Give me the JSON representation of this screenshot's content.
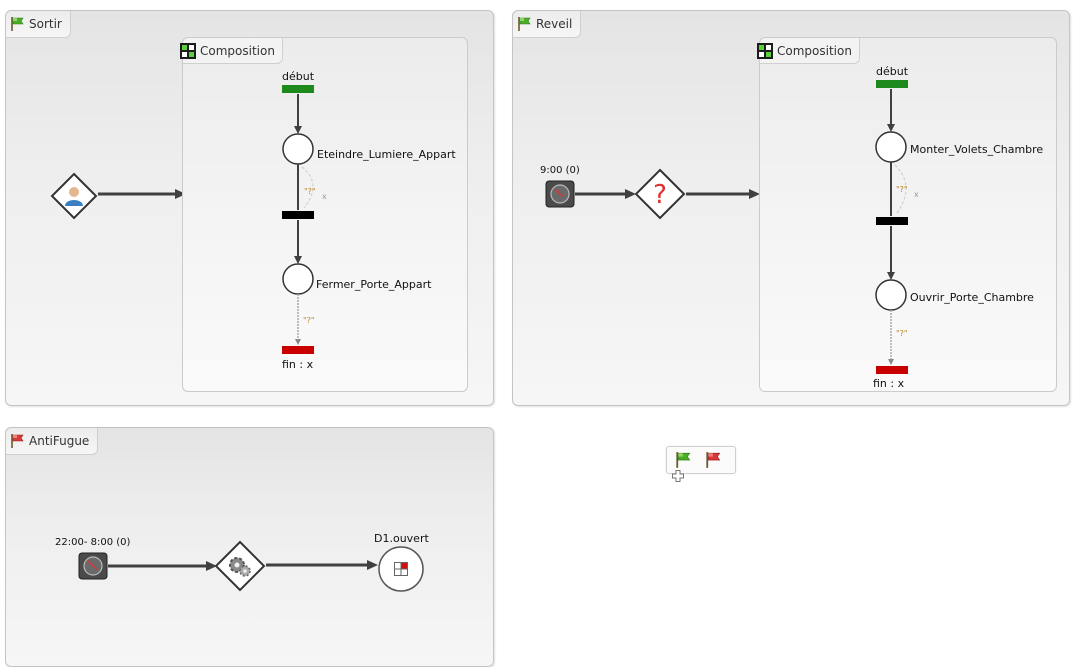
{
  "colors": {
    "start": "#1e8a1e",
    "end": "#c80000",
    "transition": "#000000",
    "question": "#e03030",
    "annotation": "#b8862a"
  },
  "panels": {
    "sortir": {
      "title": "Sortir",
      "flag_icon": "green-flag-icon",
      "trigger_icon": "user-person-icon",
      "composition": {
        "title": "Composition",
        "start_label": "début",
        "places": [
          "Eteindre_Lumiere_Appart",
          "Fermer_Porte_Appart"
        ],
        "arc_marks": [
          "\"?\"",
          "x",
          "\"?\""
        ],
        "end_label": "fin : x"
      }
    },
    "reveil": {
      "title": "Reveil",
      "flag_icon": "green-flag-icon",
      "timer_label": "9:00 (0)",
      "condition_icon": "question-mark-icon",
      "composition": {
        "title": "Composition",
        "start_label": "début",
        "places": [
          "Monter_Volets_Chambre",
          "Ouvrir_Porte_Chambre"
        ],
        "arc_marks": [
          "\"?\"",
          "x",
          "\"?\""
        ],
        "end_label": "fin : x"
      }
    },
    "antifugue": {
      "title": "AntiFugue",
      "flag_icon": "red-flag-icon",
      "timer_label": "22:00- 8:00 (0)",
      "action_icon": "gears-icon",
      "target_label": "D1.ouvert"
    }
  },
  "toolbar": {
    "buttons": [
      "add-green-flag",
      "add-red-flag"
    ]
  }
}
